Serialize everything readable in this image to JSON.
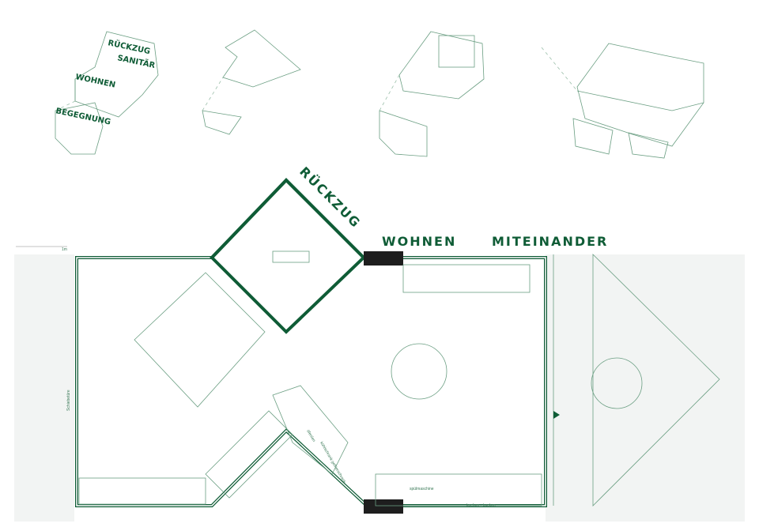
{
  "iso_labels": {
    "rueckzug": "RÜCKZUG",
    "sanitaer": "SANITÄR",
    "wohnen": "WOHNEN",
    "begegnung": "BEGEGNUNG"
  },
  "plan_labels": {
    "rueckzug": "RÜCKZUG",
    "wohnen": "WOHNEN",
    "miteinander": "MITEINANDER"
  },
  "scale_label": "1m",
  "annotations": {
    "door": "Schiebetüre",
    "oven": "öfen/en",
    "fridge": "kühlschrank gefrierschrank",
    "dishwasher": "spülmaschine",
    "cooking": "kochen - backen"
  },
  "colors": {
    "accent": "#0f5c36",
    "line": "#6a9e82",
    "texture": "#f2f4f3"
  }
}
